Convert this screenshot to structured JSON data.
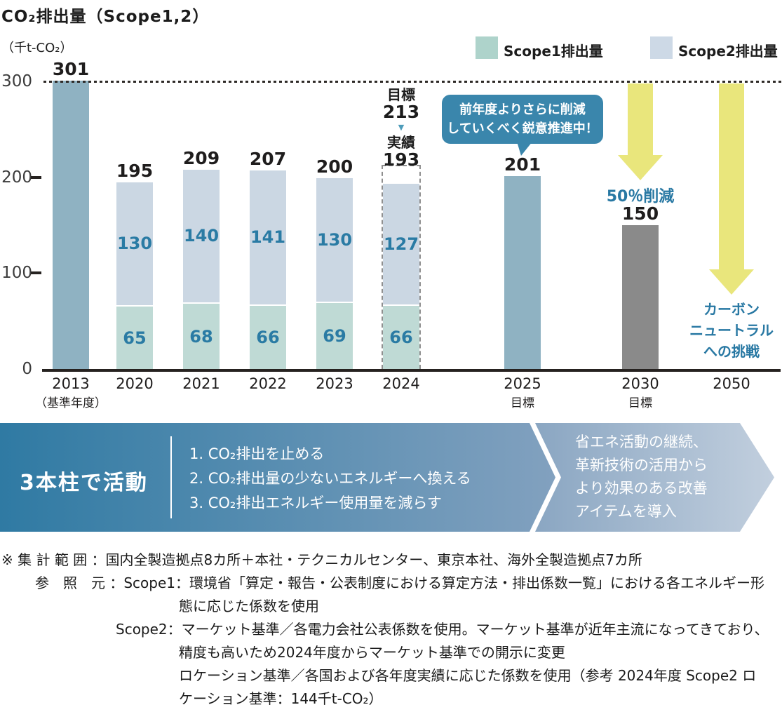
{
  "header": {
    "title": "CO₂排出量（Scope1,2）",
    "unit": "（千t-CO₂）"
  },
  "chart_data": {
    "type": "stacked-bar",
    "title": "CO₂排出量（Scope1,2）",
    "ylabel": "（千t-CO₂）",
    "ylim": [
      0,
      300
    ],
    "yticks": [
      0,
      100,
      200,
      300
    ],
    "grid": "dotted line at 300 only",
    "legend_position": "top-right",
    "legend": [
      {
        "label": "Scope1排出量",
        "color": "#aed3cb"
      },
      {
        "label": "Scope2排出量",
        "color": "#cdd9e6"
      }
    ],
    "styles": {
      "steel": "#8fb2c2",
      "gray": "#8a8a8a",
      "scope1": "#bfdad5",
      "scope2": "#cbd7e3",
      "yellow": "#e9e67c",
      "value_text": "#2a7ba4"
    },
    "bars": [
      {
        "year": "2013",
        "sublabel": "（基準年度）",
        "total": 301,
        "style": "steel",
        "center": 101
      },
      {
        "year": "2020",
        "total": 195,
        "scope1": 65,
        "scope2": 130,
        "style": "stacked",
        "center": 192
      },
      {
        "year": "2021",
        "total": 209,
        "scope1": 68,
        "scope2": 140,
        "style": "stacked",
        "center": 287
      },
      {
        "year": "2022",
        "total": 207,
        "scope1": 66,
        "scope2": 141,
        "style": "stacked",
        "center": 382
      },
      {
        "year": "2023",
        "total": 200,
        "scope1": 69,
        "scope2": 130,
        "style": "stacked",
        "center": 477
      },
      {
        "year": "2024",
        "total": 193,
        "scope1": 66,
        "scope2": 127,
        "style": "stacked",
        "center": 572,
        "target": 213,
        "show_total": false
      },
      {
        "year": "2025",
        "sublabel": "目標",
        "total": 201,
        "style": "steel",
        "center": 745
      },
      {
        "year": "2030",
        "sublabel": "目標",
        "total": 150,
        "style": "gray",
        "center": 913
      },
      {
        "year": "2050",
        "style": "none",
        "center": 1043
      }
    ]
  },
  "annotations": {
    "target_stack": {
      "target_label": "目標",
      "target_value": "213",
      "arrow": "▼",
      "result_label": "実績",
      "result_value": "193"
    },
    "bubble": {
      "line1": "前年度よりさらに削減",
      "line2": "していくべく鋭意推進中！"
    },
    "reduction": "50％削減",
    "carbon_neutral": [
      "カーボン",
      "ニュートラル",
      "への挑戦"
    ]
  },
  "pillars": {
    "heading": "3本柱で活動",
    "items": [
      "1. CO₂排出を止める",
      "2. CO₂排出量の少ないエネルギーへ換える",
      "3. CO₂排出エネルギー使用量を減らす"
    ]
  },
  "next_arrow": {
    "lines": [
      "省エネ活動の継続、",
      "革新技術の活用から",
      "より効果のある改善",
      "アイテムを導入"
    ]
  },
  "footnotes": {
    "lines": [
      "※ 集 計 範 囲 ：国内全製造拠点8カ所＋本社・テクニカルセンター、東京本社、海外全製造拠点7カ所",
      "参　照　元 ：Scope1：環境省「算定・報告・公表制度における算定方法・排出係数一覧」における各エネルギー形",
      "態に応じた係数を使用",
      "Scope2：マーケット基準／各電力会社公表係数を使用。マーケット基準が近年主流になってきており、",
      "精度も高いため2024年度からマーケット基準での開示に変更",
      "ロケーション基準／各国および各年度実績に応じた係数を使用（参考 2024年度 Scope2 ロ",
      "ケーション基準：144千t-CO₂）"
    ]
  }
}
